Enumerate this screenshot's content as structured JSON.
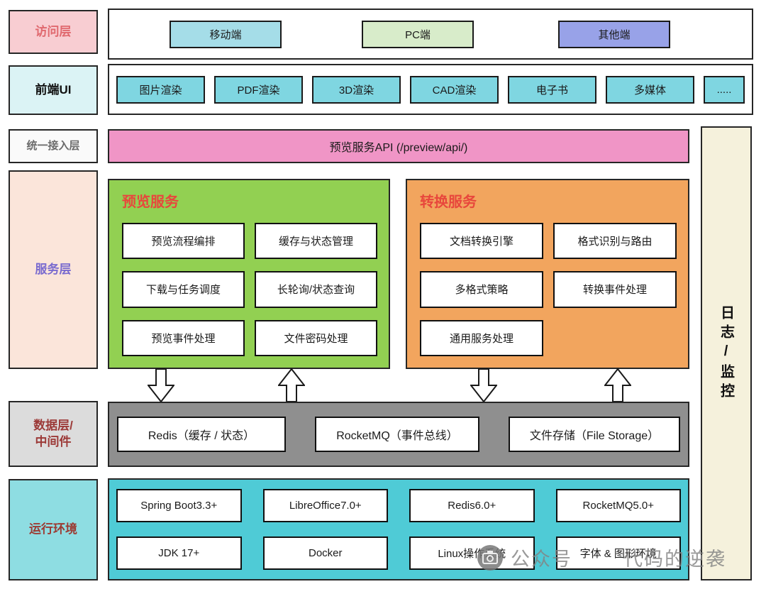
{
  "access": {
    "label": "访问层",
    "items": [
      "移动端",
      "PC端",
      "其他端"
    ]
  },
  "frontend": {
    "label": "前端UI",
    "items": [
      "图片渲染",
      "PDF渲染",
      "3D渲染",
      "CAD渲染",
      "电子书",
      "多媒体",
      "....."
    ]
  },
  "gateway": {
    "label": "统一接入层",
    "api_label": "预览服务API (/preview/api/)"
  },
  "service": {
    "label": "服务层",
    "preview": {
      "title": "预览服务",
      "items": [
        "预览流程编排",
        "缓存与状态管理",
        "下载与任务调度",
        "长轮询/状态查询",
        "预览事件处理",
        "文件密码处理"
      ]
    },
    "convert": {
      "title": "转换服务",
      "items": [
        "文档转换引擎",
        "格式识别与路由",
        "多格式策略",
        "转换事件处理",
        "通用服务处理"
      ]
    }
  },
  "middleware": {
    "label_line1": "数据层/",
    "label_line2": "中间件",
    "items": [
      "Redis（缓存 / 状态）",
      "RocketMQ（事件总线）",
      "文件存储（File Storage）"
    ]
  },
  "runtime": {
    "label": "运行环境",
    "items": [
      "Spring Boot3.3+",
      "LibreOffice7.0+",
      "Redis6.0+",
      "RocketMQ5.0+",
      "JDK 17+",
      "Docker",
      "Linux操作系统",
      "字体 & 图形环境"
    ]
  },
  "monitor": {
    "label": "日志/监控"
  },
  "watermark": {
    "text_left": "公众号",
    "text_right": "代码的逆袭"
  },
  "colors": {
    "access_label_bg": "#f8cdd2",
    "access_label_text": "#e0696f",
    "mobile_bg": "#a5dde8",
    "pc_bg": "#d8ecca",
    "other_bg": "#98a2e8",
    "frontend_item_bg": "#7fd6e1",
    "api_bar_bg": "#f095c6",
    "service_label_text": "#7a6bcf",
    "preview_box_bg": "#92d052",
    "convert_box_bg": "#f2a55e",
    "service_title_text": "#e8473c",
    "middleware_bar_bg": "#8f8f8f",
    "runtime_bar_bg": "#4fcbd6",
    "monitor_bg": "#f5f1dc"
  }
}
